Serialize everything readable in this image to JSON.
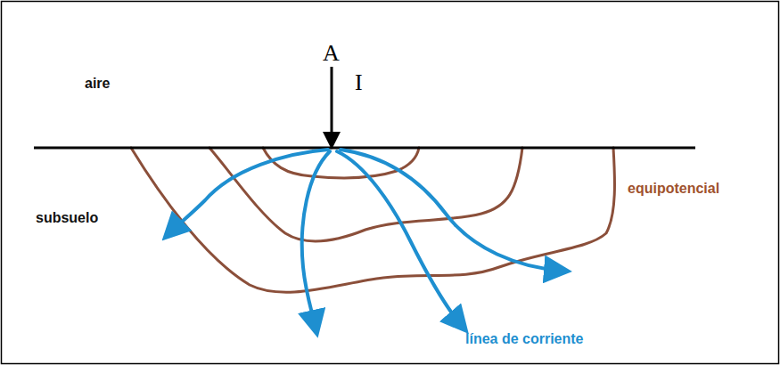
{
  "diagram": {
    "labels": [
      "A",
      "I",
      "aire",
      "subsuelo",
      "equipotencial",
      "línea de corriente"
    ]
  }
}
